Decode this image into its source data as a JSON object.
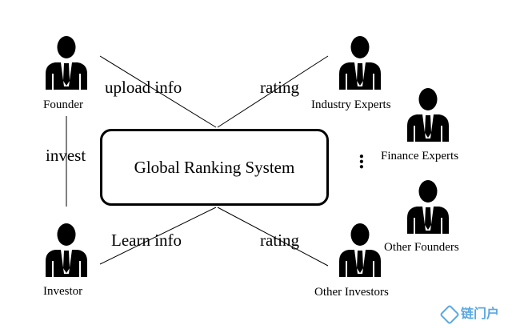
{
  "center": {
    "label": "Global Ranking System"
  },
  "actors": {
    "founder": "Founder",
    "investor": "Investor",
    "industry_experts": "Industry Experts",
    "finance_experts": "Finance Experts",
    "other_founders": "Other Founders",
    "other_investors": "Other Investors"
  },
  "edges": {
    "upload_info": "upload info",
    "rating_top": "rating",
    "invest": "invest",
    "learn_info": "Learn info",
    "rating_bottom": "rating"
  },
  "ellipsis": "...",
  "watermark": {
    "text": "链门户"
  }
}
